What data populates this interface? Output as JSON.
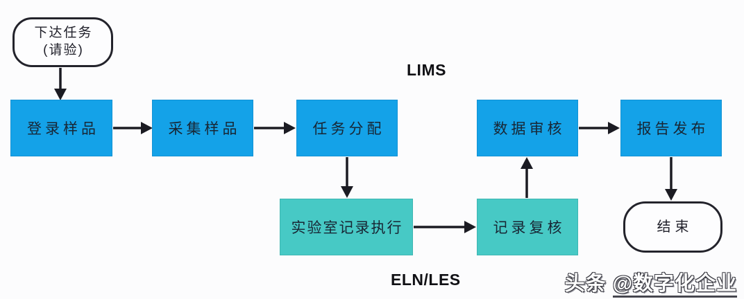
{
  "labels": {
    "lims_zone": "LIMS",
    "eln_zone": "ELN/LES"
  },
  "watermark": {
    "source": "头条",
    "handle": "@数字化企业"
  },
  "nodes": {
    "start": {
      "line1": "下达任务",
      "line2": "(请验)"
    },
    "sample_login": "登录样品",
    "sample_collect": "采集样品",
    "task_assign": "任务分配",
    "data_review": "数据审核",
    "report_release": "报告发布",
    "lab_record_execute": "实验室记录执行",
    "record_check": "记录复核",
    "end": "结束"
  },
  "colors": {
    "process_blue": "#14A2E8",
    "process_teal": "#47C9C5",
    "arrow": "#1B1B22",
    "node_border": "#23232B",
    "node_text": "#182634"
  }
}
